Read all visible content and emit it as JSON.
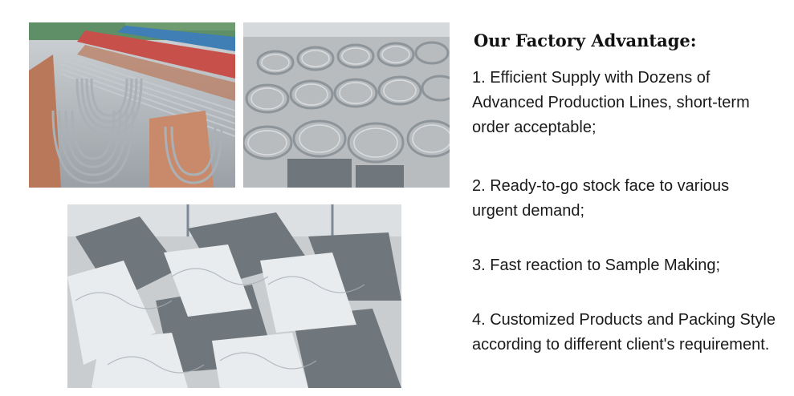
{
  "heading": "Our Factory Advantage:",
  "points": [
    "1. Efficient Supply with Dozens of Advanced Production Lines, short-term order acceptable;",
    "2. Ready-to-go stock face to various urgent demand;",
    "3. Fast reaction to Sample Making;",
    "4. Customized Products and Packing Style according to different client's requirement."
  ],
  "colors": {
    "text": "#1a1a1a",
    "steel": "#a9b0b6",
    "wood": "#b9785a",
    "cloth": "#e9ecee",
    "red_pipes": "#c8504a",
    "blue_pipes": "#3f7fb5"
  }
}
